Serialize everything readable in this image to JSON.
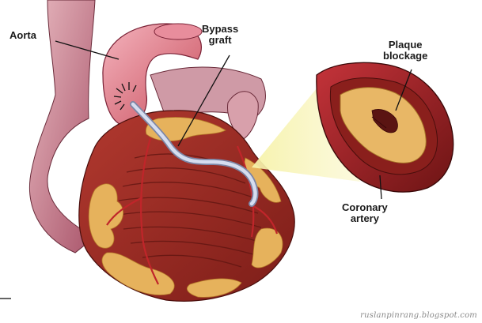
{
  "labels": {
    "aorta": "Aorta",
    "bypass_line1": "Bypass",
    "bypass_line2": "graft",
    "plaque_line1": "Plaque",
    "plaque_line2": "blockage",
    "coronary_line1": "Coronary",
    "coronary_line2": "artery"
  },
  "credit": "ruslanpinrang.blogspot.com",
  "colors": {
    "muscle": "#9b2a22",
    "fat": "#e6b25c",
    "vessel": "#d9828a",
    "graft": "#c8d0e6",
    "spotlight": "#f3ec92",
    "outline": "#1a1a1a"
  }
}
